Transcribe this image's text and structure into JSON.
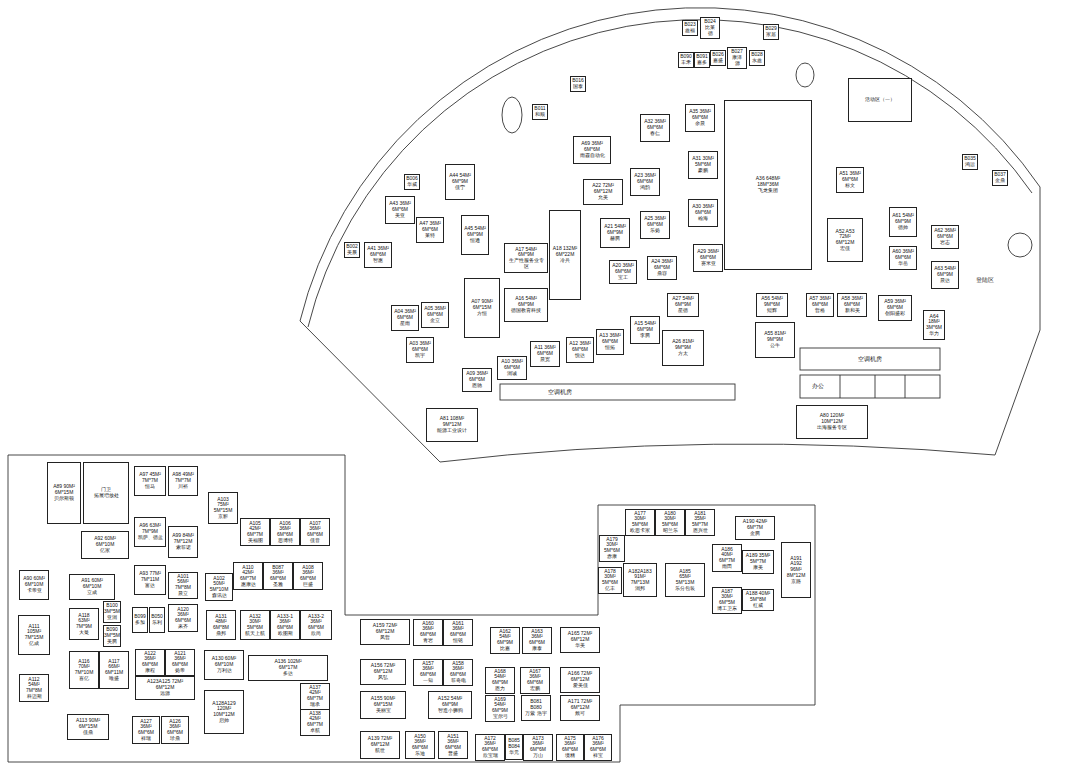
{
  "diagram": {
    "nodes": [
      {
        "text": [
          "活动区（一）"
        ]
      },
      {
        "text": [
          "A35 36M²",
          "6M*6M",
          "余晨"
        ]
      },
      {
        "text": [
          "A32 36M²",
          "6M*6M",
          "春仁"
        ]
      },
      {
        "text": [
          "A69 36M²",
          "6M*6M",
          "雨霞自动化"
        ]
      },
      {
        "text": [
          "A31 30M²",
          "5M*6M",
          "豪鹏"
        ]
      },
      {
        "text": [
          "A36 648M²",
          "18M*36M",
          "飞龙集团"
        ]
      },
      {
        "text": [
          "A22 72M²",
          "6M*12M",
          "允美"
        ]
      },
      {
        "text": [
          "A23 36M²",
          "6M*6M",
          "鸿韵"
        ]
      },
      {
        "text": [
          "A30 36M²",
          "6M*6M",
          "翰海"
        ]
      },
      {
        "text": [
          "A21 54M²",
          "6M*9M",
          "赫腾"
        ]
      },
      {
        "text": [
          "A25 36M²",
          "6M*6M",
          "乐扬"
        ]
      },
      {
        "text": [
          "A29 36M²",
          "6M*6M",
          "赛米亚"
        ]
      },
      {
        "text": [
          "A18 132M²",
          "6M*22M",
          "冷兵"
        ]
      },
      {
        "text": [
          "A17 54M²",
          "6M*9M",
          "生产性服务业专区"
        ]
      },
      {
        "text": [
          "A16 54M²",
          "6M*9M",
          "德国教育科技"
        ]
      },
      {
        "text": [
          "A20 36M²",
          "6M*6M",
          "宝工"
        ]
      },
      {
        "text": [
          "A24 36M²",
          "6M*6M",
          "鼎容"
        ]
      },
      {
        "text": [
          "A27 54M²",
          "6M*9M",
          "星德"
        ]
      },
      {
        "text": [
          "A26 81M²",
          "9M*9M",
          "方太"
        ]
      },
      {
        "text": [
          "A15 54M²",
          "6M*9M",
          "李腾"
        ]
      },
      {
        "text": [
          "A13 36M²",
          "6M*6M",
          "恒拓"
        ]
      },
      {
        "text": [
          "A12 36M²",
          "6M*6M",
          "悦达"
        ]
      },
      {
        "text": [
          "A11 36M²",
          "6M*6M",
          "晨宽"
        ]
      },
      {
        "text": [
          "A10 36M²",
          "6M*6M",
          "润诚"
        ]
      },
      {
        "text": [
          "A09 36M²",
          "6M*6M",
          "恩驰"
        ]
      },
      {
        "text": [
          "A07 90M²",
          "6M*15M",
          "方恒"
        ]
      },
      {
        "text": [
          "A05 36M²",
          "6M*6M",
          "金立"
        ]
      },
      {
        "text": [
          "A04 36M²",
          "6M*6M",
          "星雨"
        ]
      },
      {
        "text": [
          "A03 36M²",
          "6M*6M",
          "凯宇"
        ]
      },
      {
        "text": [
          "A44 54M²",
          "6M*9M",
          "佳宁"
        ]
      },
      {
        "text": [
          "A43 36M²",
          "6M*6M",
          "美亚"
        ]
      },
      {
        "text": [
          "A41 36M²",
          "6M*6M",
          "智惠"
        ]
      },
      {
        "text": [
          "A47 36M²",
          "6M*6M",
          "莱特"
        ]
      },
      {
        "text": [
          "A45 54M²",
          "6M*9M",
          "恒通"
        ]
      },
      {
        "text": [
          "A80 120M²",
          "10M*12M",
          "出海服务专区"
        ]
      },
      {
        "text": [
          "A81 108M²",
          "9M*12M",
          "能源工业设计"
        ]
      },
      {
        "text": [
          "A55 81M²",
          "9M*9M",
          "公牛"
        ]
      },
      {
        "text": [
          "A56 54M²",
          "9M*6M",
          "鲲辉"
        ]
      },
      {
        "text": [
          "A57 36M²",
          "6M*6M",
          "哲格"
        ]
      },
      {
        "text": [
          "A58 36M²",
          "6M*6M",
          "新和美"
        ]
      },
      {
        "text": [
          "A59 36M²",
          "6M*6M",
          "创阳盛彩"
        ]
      },
      {
        "text": [
          "A51 36M²",
          "6M*6M",
          "标文"
        ]
      },
      {
        "text": [
          "A52 A53 72M²",
          "6M*12M",
          "宏佳"
        ]
      },
      {
        "text": [
          "A61 54M²",
          "6M*9M",
          "德帅"
        ]
      },
      {
        "text": [
          "A60 36M²",
          "6M*6M",
          "华岳"
        ]
      },
      {
        "text": [
          "A62 36M²",
          "6M*6M",
          "岩志"
        ]
      },
      {
        "text": [
          "A63 54M²",
          "6M*9M",
          "晨达"
        ]
      },
      {
        "text": [
          "A64 18M²",
          "3M*6M",
          "华力"
        ]
      },
      {
        "text": [
          "B023",
          "鑫福"
        ]
      },
      {
        "text": [
          "B024",
          "比莱德"
        ]
      },
      {
        "text": [
          "B026",
          "嘉盛"
        ]
      },
      {
        "text": [
          "B027",
          "康泽源"
        ]
      },
      {
        "text": [
          "B028",
          "永鑫"
        ]
      },
      {
        "text": [
          "B029",
          "家居"
        ]
      },
      {
        "text": [
          "B090",
          "丰禾"
        ]
      },
      {
        "text": [
          "B091",
          "嘉多"
        ]
      },
      {
        "text": [
          "B016",
          "国泰"
        ]
      },
      {
        "text": [
          "B011",
          "和顺"
        ]
      },
      {
        "text": [
          "B006",
          "华威"
        ]
      },
      {
        "text": [
          "B002",
          "美辰"
        ]
      },
      {
        "text": [
          "B035",
          "鸿运"
        ]
      },
      {
        "text": [
          "B037",
          "金鼎"
        ]
      },
      {
        "text": [
          "A89 90M²",
          "6M*15M",
          "贝尔斯顿"
        ]
      },
      {
        "text": [
          "门卫",
          "拓展增放处"
        ]
      },
      {
        "text": [
          "A92 60M²",
          "6M*10M",
          "亿家"
        ]
      },
      {
        "text": [
          "A97 45M²",
          "7M*7M",
          "恒马"
        ]
      },
      {
        "text": [
          "A98 49M²",
          "7M*7M",
          "川裕"
        ]
      },
      {
        "text": [
          "A103 75M²",
          "5M*15M",
          "京影"
        ]
      },
      {
        "text": [
          "A96 63M²",
          "7M*9M",
          "凯萨、德蓝"
        ]
      },
      {
        "text": [
          "A99 84M²",
          "7M*12M",
          "索菲诺"
        ]
      },
      {
        "text": [
          "A105 42M²",
          "6M*7M",
          "美福图"
        ]
      },
      {
        "text": [
          "A106 36M²",
          "6M*6M",
          "思博特"
        ]
      },
      {
        "text": [
          "A107 36M²",
          "6M*6M",
          "佳音"
        ]
      },
      {
        "text": [
          "A90 60M²",
          "6M*10M",
          "卡帝亚"
        ]
      },
      {
        "text": [
          "A91 60M²",
          "6M*10M",
          "立成"
        ]
      },
      {
        "text": [
          "A93 77M²",
          "7M*11M",
          "富达"
        ]
      },
      {
        "text": [
          "A101 56M²",
          "7M*8M",
          "晨立"
        ]
      },
      {
        "text": [
          "A102 50M²",
          "5M*10M",
          "森讯达"
        ]
      },
      {
        "text": [
          "A110 42M²",
          "6M*7M",
          "惠康达"
        ]
      },
      {
        "text": [
          "B087 36M²",
          "6M*6M",
          "圣雅"
        ]
      },
      {
        "text": [
          "A108 36M²",
          "6M*6M",
          "巨盛"
        ]
      },
      {
        "text": [
          "A111 105M²",
          "7M*15M",
          "亿成"
        ]
      },
      {
        "text": [
          "A118 63M²",
          "7M*9M",
          "大曼"
        ]
      },
      {
        "text": [
          "B100",
          "3M*5M",
          "亚润"
        ]
      },
      {
        "text": [
          "B090",
          "3M*5M",
          "美腾"
        ]
      },
      {
        "text": [
          "B099",
          "多加"
        ]
      },
      {
        "text": [
          "B050",
          "乐利"
        ]
      },
      {
        "text": [
          "A120 36M²",
          "6M*6M",
          "来齐"
        ]
      },
      {
        "text": [
          "A131 48M²",
          "6M*8M",
          "鼎邦"
        ]
      },
      {
        "text": [
          "A132 30M²",
          "5M*6M",
          "航天上航"
        ]
      },
      {
        "text": [
          "A133-1 36M²",
          "6M*6M",
          "欧图斯"
        ]
      },
      {
        "text": [
          "A133-2 36M²",
          "6M*6M",
          "欣尚"
        ]
      },
      {
        "text": [
          "A116 70M²",
          "7M*10M",
          "百亿"
        ]
      },
      {
        "text": [
          "A117 66M²",
          "6M*11M",
          "唯盛"
        ]
      },
      {
        "text": [
          "A122 36M²",
          "6M*6M",
          "康程"
        ]
      },
      {
        "text": [
          "A121 36M²",
          "6M*6M",
          "扬帝"
        ]
      },
      {
        "text": [
          "A123A125 72M²",
          "6M*12M",
          "远源"
        ]
      },
      {
        "text": [
          "A130 60M²",
          "6M*10M",
          "万利达"
        ]
      },
      {
        "text": [
          "A136 102M²",
          "6M*17M",
          "多达"
        ]
      },
      {
        "text": [
          "A128A129 120M²",
          "10M*12M",
          "启帅"
        ]
      },
      {
        "text": [
          "A137 42M²",
          "6M*7M",
          "瑞承"
        ]
      },
      {
        "text": [
          "A138 42M²",
          "6M*7M",
          "卓航"
        ]
      },
      {
        "text": [
          "A112 54M²",
          "7M*8M",
          "科迈斯"
        ]
      },
      {
        "text": [
          "A113 90M²",
          "6M*15M",
          "佳鼎"
        ]
      },
      {
        "text": [
          "A127 36M²",
          "6M*6M",
          "祥瑞"
        ]
      },
      {
        "text": [
          "A126 36M²",
          "6M*6M",
          "珍鼎"
        ]
      },
      {
        "text": [
          "A159 72M²",
          "6M*12M",
          "凤哲"
        ]
      },
      {
        "text": [
          "A160 36M²",
          "6M*6M",
          "青岩"
        ]
      },
      {
        "text": [
          "A161 36M²",
          "6M*6M",
          "恒铭"
        ]
      },
      {
        "text": [
          "A162 54M²",
          "6M*9M",
          "比嘉"
        ]
      },
      {
        "text": [
          "A163 36M²",
          "6M*6M",
          "康泰"
        ]
      },
      {
        "text": [
          "A165 72M²",
          "6M*12M",
          "华美"
        ]
      },
      {
        "text": [
          "A156 72M²",
          "6M*12M",
          "风弘"
        ]
      },
      {
        "text": [
          "A157 36M²",
          "6M*6M",
          "一知"
        ]
      },
      {
        "text": [
          "A158 36M²",
          "6M*6M",
          "菲奇电"
        ]
      },
      {
        "text": [
          "A168 54M²",
          "6M*9M",
          "恩力"
        ]
      },
      {
        "text": [
          "A167 36M²",
          "6M*6M",
          "宏鹏"
        ]
      },
      {
        "text": [
          "A166 72M²",
          "6M*12M",
          "爱美佳"
        ]
      },
      {
        "text": [
          "A155 90M²",
          "6M*15M",
          "美丽宝"
        ]
      },
      {
        "text": [
          "A152 54M²",
          "6M*9M",
          "智造小狮狗"
        ]
      },
      {
        "text": [
          "A169 54M²",
          "6M*9M",
          "宝尔弓"
        ]
      },
      {
        "text": [
          "B081 B080",
          "万紫 浩宇"
        ]
      },
      {
        "text": [
          "A171 72M²",
          "6M*12M",
          "戴可"
        ]
      },
      {
        "text": [
          "A139 72M²",
          "6M*12M",
          "航世"
        ]
      },
      {
        "text": [
          "A150 36M²",
          "6M*6M",
          "乐迪"
        ]
      },
      {
        "text": [
          "A151 36M²",
          "6M*6M",
          "普盛"
        ]
      },
      {
        "text": [
          "A172 36M²",
          "6M*6M",
          "欣宝瑞"
        ]
      },
      {
        "text": [
          "B085",
          "B084",
          "华元"
        ]
      },
      {
        "text": [
          "A173 36M²",
          "6M*6M",
          "万山"
        ]
      },
      {
        "text": [
          "A175 36M²",
          "6M*6M",
          "境精"
        ]
      },
      {
        "text": [
          "A176 36M²",
          "6M*6M",
          "祥宝"
        ]
      },
      {
        "text": [
          "A177 30M²",
          "5M*6M",
          "欧思卡家"
        ]
      },
      {
        "text": [
          "A180 30M²",
          "5M*6M",
          "昭兰乐"
        ]
      },
      {
        "text": [
          "A181 35M²",
          "5M*7M",
          "恩兴世"
        ]
      },
      {
        "text": [
          "A190 42M²",
          "6M*7M",
          "金腾"
        ]
      },
      {
        "text": [
          "A191 A192",
          "96M²",
          "8M*12M",
          "京路"
        ]
      },
      {
        "text": [
          "A179 30M²",
          "5M*6M",
          "赤康"
        ]
      },
      {
        "text": [
          "A178 30M²",
          "5M*6M",
          "亿丰"
        ]
      },
      {
        "text": [
          "A182A183",
          "91M²",
          "7M*13M",
          "润邦"
        ]
      },
      {
        "text": [
          "A185",
          "65M²",
          "5M*13M",
          "乐分包装"
        ]
      },
      {
        "text": [
          "A186 40M²",
          "6M*7M",
          "雨田"
        ]
      },
      {
        "text": [
          "A189 35M²",
          "5M*7M",
          "康美"
        ]
      },
      {
        "text": [
          "A187 30M²",
          "6M*5M",
          "博工卫东"
        ]
      },
      {
        "text": [
          "A188 40M²",
          "5M*8M",
          "红威"
        ]
      }
    ],
    "labels": [
      "空调机房",
      "空调机房",
      "办公",
      "登陆区"
    ]
  }
}
